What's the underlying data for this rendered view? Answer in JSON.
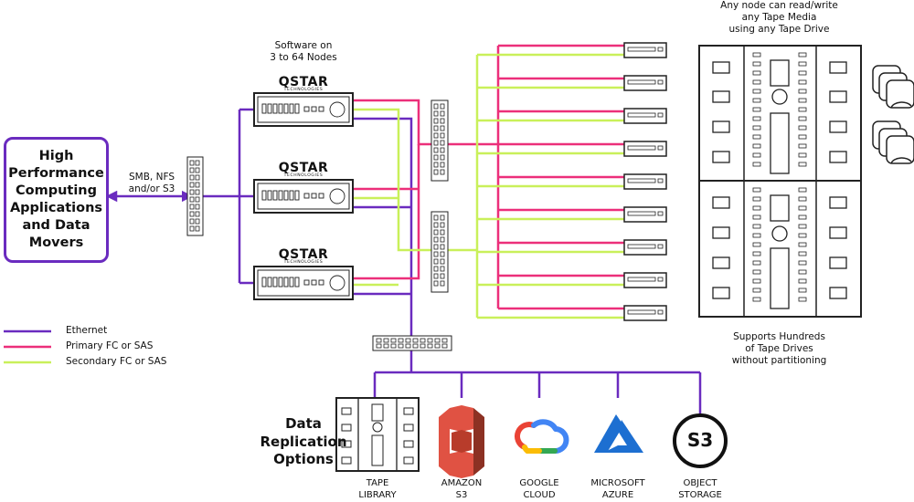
{
  "hpc": {
    "title": "High\nPerformance\nComputing\nApplications\nand Data\nMovers"
  },
  "protocol_label": "SMB, NFS\nand/or S3",
  "software_label": "Software on\n3 to 64 Nodes",
  "qstar": {
    "logo_text": "QSTAR",
    "logo_sub": "TECHNOLOGIES"
  },
  "tape_access_note": "Any node can read/write\nany Tape Media\nusing any Tape Drive",
  "tape_drives_note": "Supports Hundreds\nof Tape Drives\nwithout partitioning",
  "legend": [
    {
      "label": "Ethernet",
      "color": "#6a2bbf"
    },
    {
      "label": "Primary FC or SAS",
      "color": "#ec2f7a"
    },
    {
      "label": "Secondary FC or SAS",
      "color": "#c9f05a"
    }
  ],
  "replication": {
    "title": "Data\nReplication\nOptions",
    "options": [
      {
        "label": "TAPE\nLIBRARY",
        "icon": "tape-library-icon"
      },
      {
        "label": "AMAZON\nS3",
        "icon": "amazon-s3-icon"
      },
      {
        "label": "GOOGLE\nCLOUD",
        "icon": "google-cloud-icon"
      },
      {
        "label": "MICROSOFT\nAZURE",
        "icon": "microsoft-azure-icon"
      },
      {
        "label": "OBJECT\nSTORAGE",
        "icon": "object-storage-s3-icon",
        "badge": "S3"
      }
    ]
  },
  "colors": {
    "ethernet": "#6a2bbf",
    "primary": "#ec2f7a",
    "secondary": "#c9f05a",
    "amazon": "#d13a2a",
    "azure": "#1d6fd1"
  }
}
